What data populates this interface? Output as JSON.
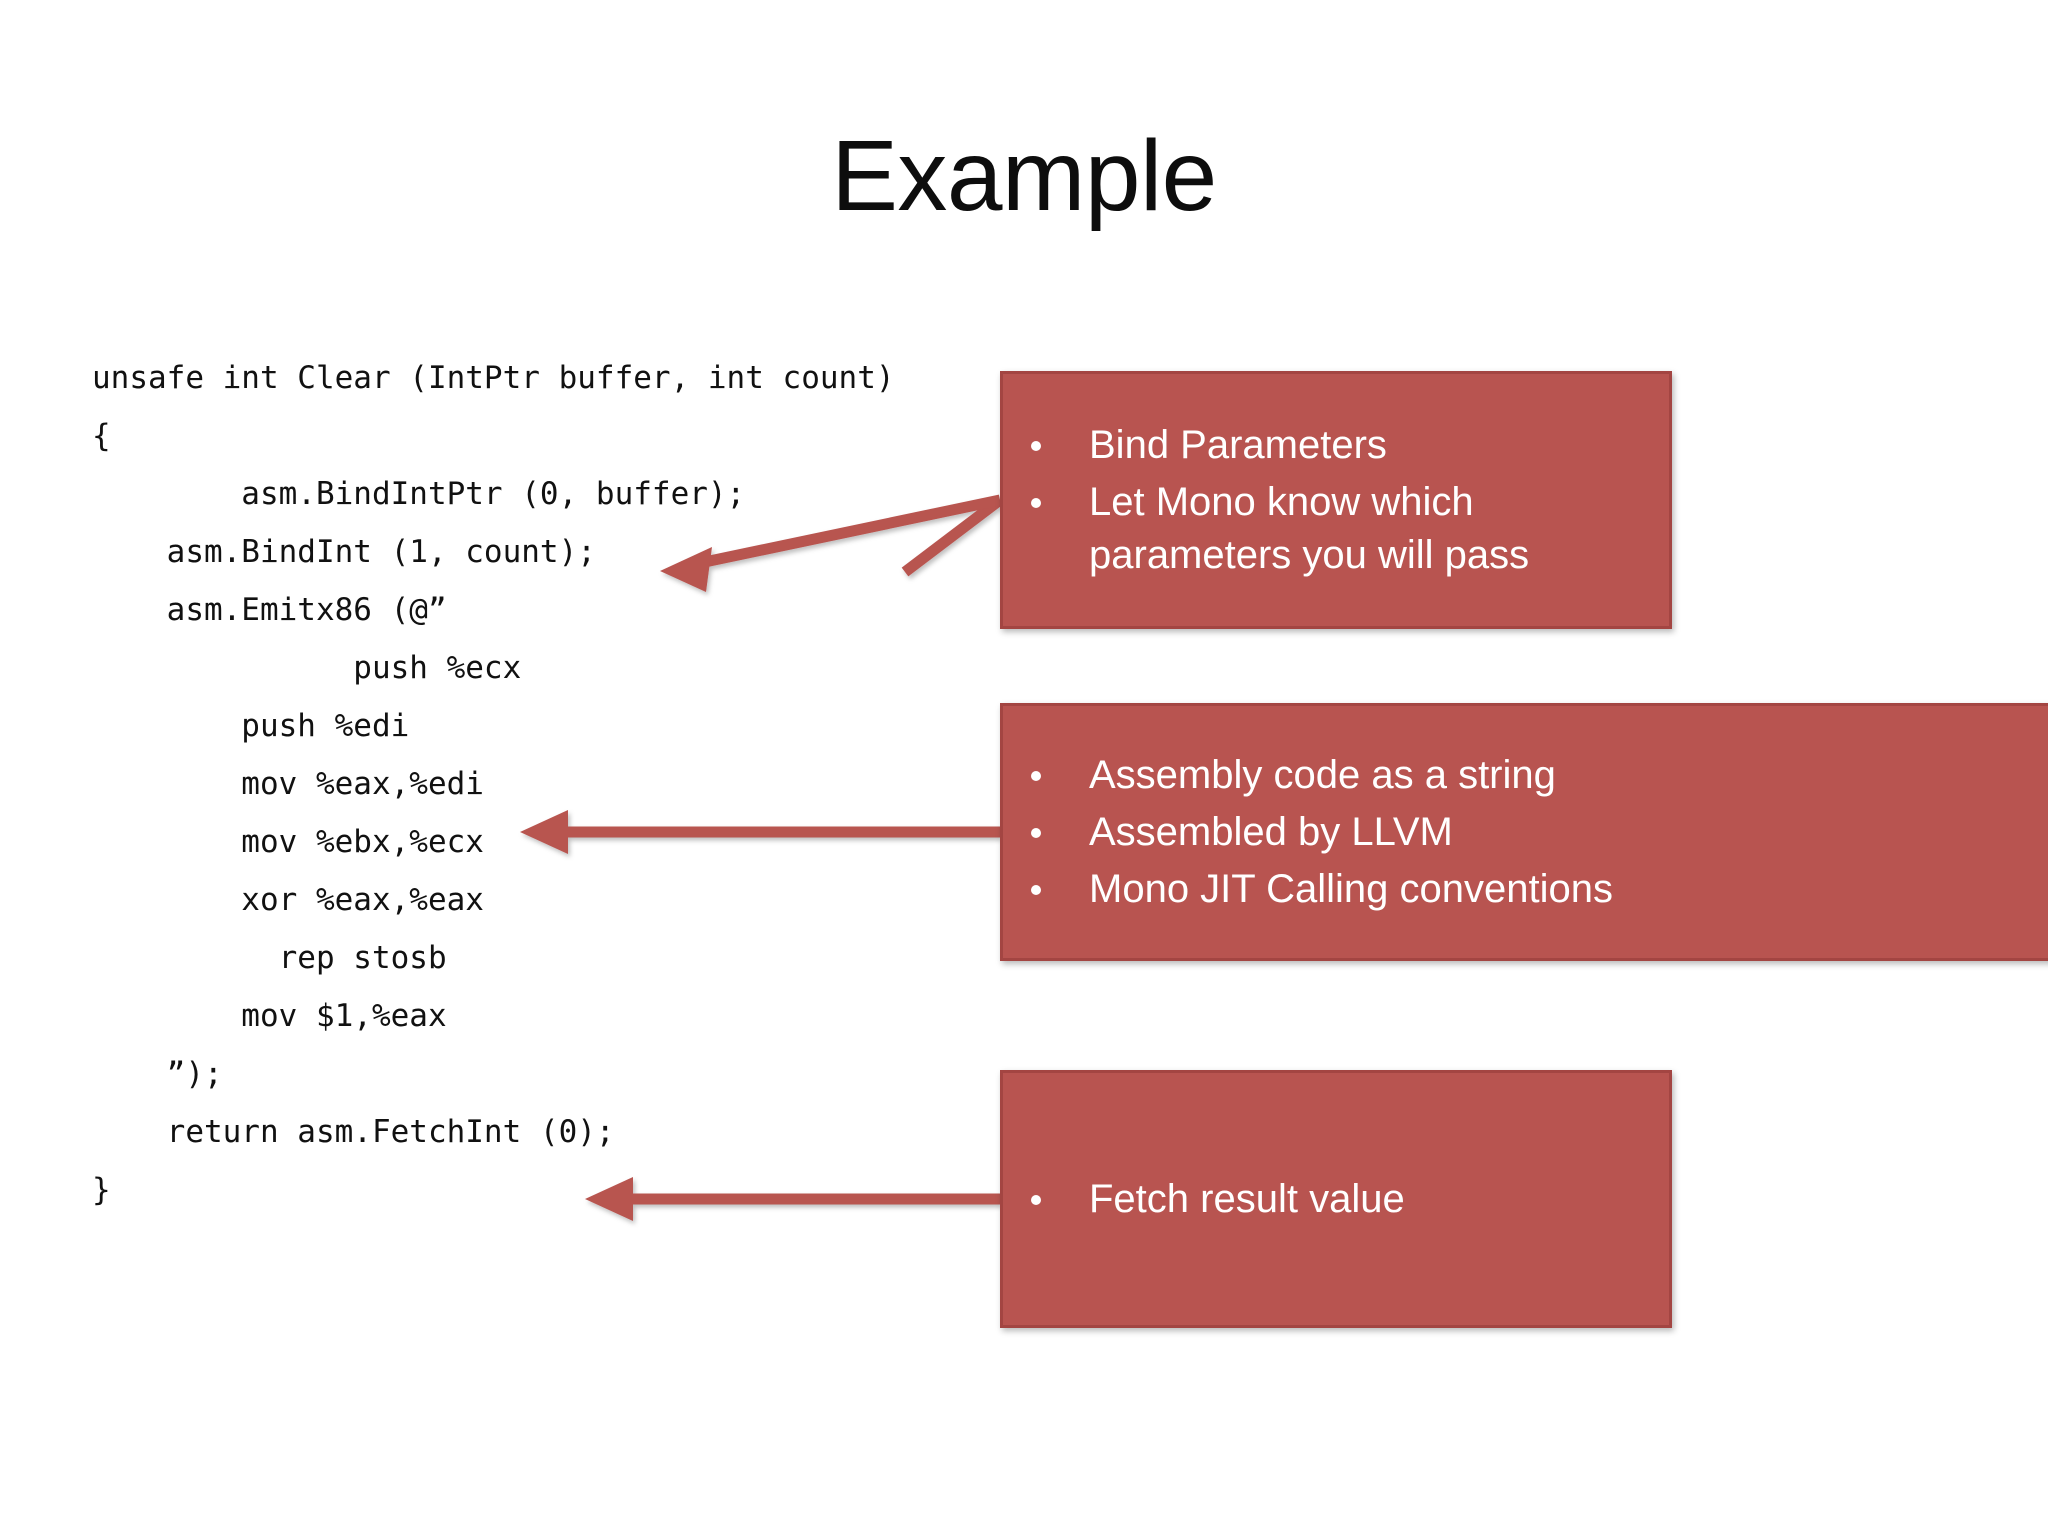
{
  "slide": {
    "title": "Example",
    "background_color": "#ffffff",
    "accent_color": "#b85450",
    "text_color": "#0d0d0d"
  },
  "code": {
    "language": "csharp",
    "lines": [
      "unsafe int Clear (IntPtr buffer, int count)",
      "{",
      "        asm.BindIntPtr (0, buffer);",
      "    asm.BindInt (1, count);",
      "    asm.Emitx86 (@”",
      "              push %ecx",
      "        push %edi",
      "        mov %eax,%edi",
      "        mov %ebx,%ecx",
      "        xor %eax,%eax",
      "          rep stosb",
      "        mov $1,%eax",
      "    ”);",
      "    return asm.FetchInt (0);",
      "}"
    ]
  },
  "callouts": [
    {
      "id": "bind",
      "color": "#b85450",
      "items": [
        "Bind Parameters",
        "Let Mono know which parameters you will pass"
      ]
    },
    {
      "id": "assembly",
      "color": "#b85450",
      "items": [
        "Assembly code as a string",
        "Assembled by LLVM",
        "Mono JIT Calling conventions"
      ]
    },
    {
      "id": "fetch",
      "color": "#b85450",
      "items": [
        "Fetch result value"
      ]
    }
  ],
  "arrows": [
    {
      "id": "arrow-bind",
      "color": "#b85450",
      "points_to": "asm.BindIntPtr (0, buffer);"
    },
    {
      "id": "arrow-assembly",
      "color": "#b85450",
      "points_to": "mov %eax,%edi"
    },
    {
      "id": "arrow-fetch",
      "color": "#b85450",
      "points_to": "return asm.FetchInt (0);"
    }
  ]
}
